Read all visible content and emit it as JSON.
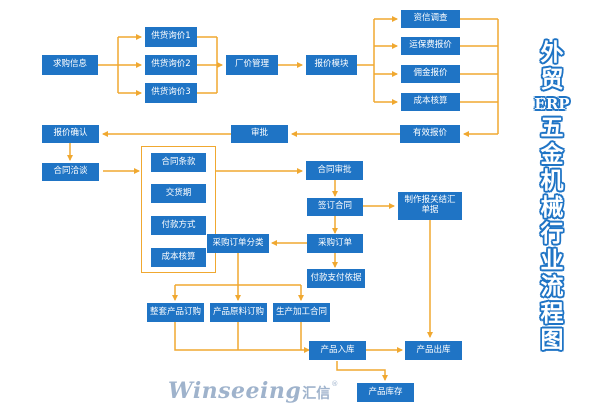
{
  "title_chars": [
    "外",
    "贸",
    "ERP",
    "五",
    "金",
    "机",
    "械",
    "行",
    "业",
    "流",
    "程",
    "图"
  ],
  "colors": {
    "node_fill": "#1f74c5",
    "arrow": "#f0a830",
    "logo": "#9fb3cc"
  },
  "logo": {
    "brand": "Winseeing",
    "cn": "汇信",
    "reg": "®"
  },
  "nodes": {
    "qiugou": "求购信息",
    "xunjia1": "供货询价1",
    "xunjia2": "供货询价2",
    "xunjia3": "供货询价3",
    "changjia": "厂价管理",
    "baojia_mokuai": "报价模块",
    "zixin": "资信调查",
    "yunbao": "运保费报价",
    "yongjin": "佣金报价",
    "chengben1": "成本核算",
    "youxiao": "有效报价",
    "shenpi": "审批",
    "baojia_queren": "报价确认",
    "hetong_qiatan": "合同洽谈",
    "hetong_tiaokuan": "合同条款",
    "jiaohuoqi": "交货期",
    "fukuan_fangshi": "付款方式",
    "chengben2": "成本核算",
    "hetong_shenpi": "合同审批",
    "qianding": "签订合同",
    "zhizuo": "制作报关结汇单据",
    "caigou_dingdan": "采购订单",
    "caigou_fenlei": "采购订单分类",
    "fukuan_yiju": "付款支付依据",
    "zhengtao": "整套产品订购",
    "yuanliao": "产品原料订购",
    "shengchan": "生产加工合同",
    "ruku": "产品入库",
    "chuku": "产品出库",
    "kucun": "产品库存"
  }
}
